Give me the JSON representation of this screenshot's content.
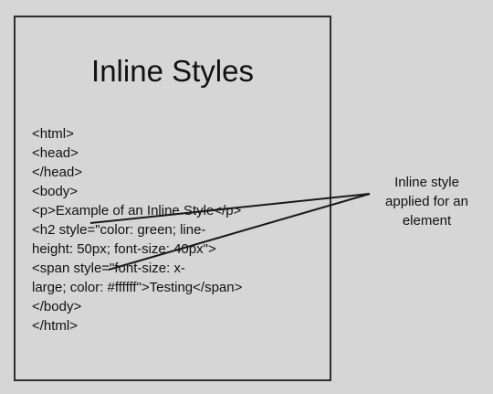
{
  "title": "Inline Styles",
  "code_lines": [
    "<html>",
    "<head>",
    "</head>",
    "<body>",
    "<p>Example of an Inline Style</p>",
    "<h2 style=\"color: green; line-",
    "height: 50px; font-size: 40px\">",
    "<span style=\"font-size: x-",
    "large; color: #ffffff\">Testing</span>",
    "</body>",
    "</html>"
  ],
  "annotation": {
    "lines": [
      "Inline style",
      "applied for an",
      "element"
    ]
  },
  "colors": {
    "background": "#d6d6d6",
    "border": "#2e2e2e",
    "text": "#111111"
  }
}
